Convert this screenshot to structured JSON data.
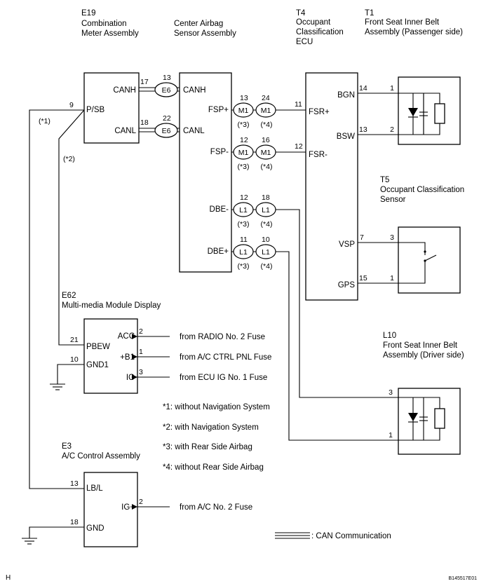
{
  "components": {
    "e19": {
      "code": "E19",
      "name": [
        "Combination",
        "Meter Assembly"
      ],
      "pins": {
        "canh": "CANH",
        "canl": "CANL",
        "psb": "P/SB"
      }
    },
    "airbag": {
      "name": [
        "Center Airbag",
        "Sensor Assembly"
      ],
      "pins": {
        "canh": "CANH",
        "canl": "CANL",
        "fsp_plus": "FSP+",
        "fsp_minus": "FSP-",
        "dbe_minus": "DBE-",
        "dbe_plus": "DBE+"
      }
    },
    "t4": {
      "code": "T4",
      "name": [
        "Occupant",
        "Classification",
        "ECU"
      ],
      "pins": {
        "bgn": "BGN",
        "bsw": "BSW",
        "fsr_plus": "FSR+",
        "fsr_minus": "FSR-",
        "vsp": "VSP",
        "gps": "GPS"
      }
    },
    "t1": {
      "code": "T1",
      "name": [
        "Front Seat Inner Belt",
        "Assembly (Passenger side)"
      ]
    },
    "t5": {
      "code": "T5",
      "name": [
        "Occupant Classification",
        "Sensor"
      ]
    },
    "e62": {
      "code": "E62",
      "name": [
        "Multi-media Module Display"
      ],
      "pins": {
        "pbew": "PBEW",
        "gnd1": "GND1",
        "acc": "ACC",
        "b1": "+B1",
        "ig": "IG"
      }
    },
    "l10": {
      "code": "L10",
      "name": [
        "Front Seat Inner Belt",
        "Assembly (Driver side)"
      ]
    },
    "e3": {
      "code": "E3",
      "name": [
        "A/C Control Assembly"
      ],
      "pins": {
        "lbl": "LB/L",
        "ig_plus": "IG+",
        "gnd": "GND"
      }
    }
  },
  "pin_numbers": {
    "e19_canh": "17",
    "e19_canl": "18",
    "e19_psb": "9",
    "e6_canh": "13",
    "e6_canl": "22",
    "m1_fsp_plus_a": "13",
    "m1_fsp_plus_b": "24",
    "m1_fsp_minus_a": "12",
    "m1_fsp_minus_b": "16",
    "l1_dbe_minus_a": "12",
    "l1_dbe_minus_b": "18",
    "l1_dbe_plus_a": "11",
    "l1_dbe_plus_b": "10",
    "t4_fsr_plus": "11",
    "t4_fsr_minus": "12",
    "t4_bgn": "14",
    "t4_bsw": "13",
    "t4_vsp": "7",
    "t4_gps": "15",
    "t1_a": "1",
    "t1_b": "2",
    "t5_a": "3",
    "t5_b": "1",
    "e62_pbew": "21",
    "e62_gnd1": "10",
    "e62_acc": "2",
    "e62_b1": "1",
    "e62_ig": "3",
    "l10_a": "3",
    "l10_b": "1",
    "e3_lbl": "13",
    "e3_gnd": "18",
    "e3_ig_plus": "2"
  },
  "connectors": {
    "e6": "E6",
    "m1": "M1",
    "l1": "L1"
  },
  "variant_marks": {
    "v1": "(*1)",
    "v2": "(*2)",
    "v3": "(*3)",
    "v4": "(*4)"
  },
  "sources": {
    "acc": "from RADIO No. 2 Fuse",
    "b1": "from A/C CTRL PNL Fuse",
    "ig": "from ECU IG No. 1 Fuse",
    "e3_ig": "from A/C No. 2 Fuse"
  },
  "notes": [
    "*1: without Navigation System",
    "*2: with Navigation System",
    "*3: with Rear Side Airbag",
    "*4: without Rear Side Airbag"
  ],
  "legend": {
    "can": ": CAN Communication"
  },
  "footer": {
    "left": "H",
    "right": "B145517E01"
  }
}
